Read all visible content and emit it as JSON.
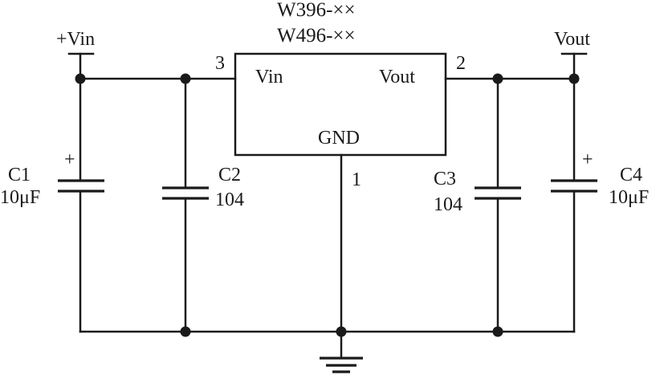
{
  "regulator": {
    "part_line1": "W396-××",
    "part_line2": "W496-××",
    "pin_in_label": "Vin",
    "pin_out_label": "Vout",
    "pin_gnd_label": "GND",
    "pin_in_number": "3",
    "pin_out_number": "2",
    "pin_gnd_number": "1"
  },
  "terminals": {
    "input": "+Vin",
    "output": "Vout"
  },
  "capacitors": {
    "c1": {
      "name": "C1",
      "value": "10μF",
      "polarity": "+"
    },
    "c2": {
      "name": "C2",
      "value": "104"
    },
    "c3": {
      "name": "C3",
      "value": "104"
    },
    "c4": {
      "name": "C4",
      "value": "10μF",
      "polarity": "+"
    }
  },
  "colors": {
    "ink": "#1a1a1a",
    "background": "#ffffff"
  }
}
